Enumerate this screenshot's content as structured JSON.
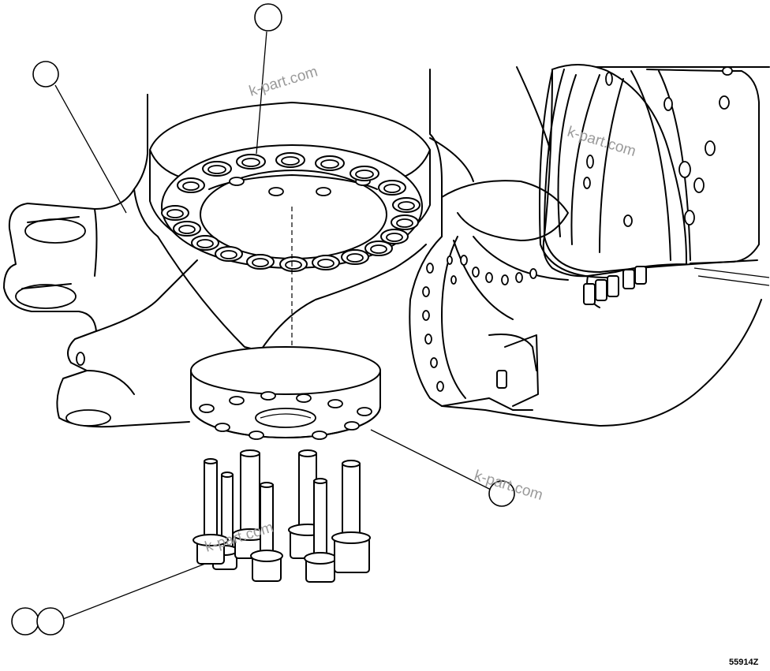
{
  "watermark": "k-part.com",
  "drawing_code": "55914Z",
  "callouts": [
    {
      "id": "carrier-housing",
      "label": ""
    },
    {
      "id": "bearing-ring",
      "label": ""
    },
    {
      "id": "spacer-disc",
      "label": ""
    },
    {
      "id": "bolt-set-a",
      "label": ""
    },
    {
      "id": "bolt-set-b",
      "label": ""
    }
  ],
  "colors": {
    "line": "#000000",
    "background": "#ffffff",
    "watermark": "#9a9a9a"
  }
}
